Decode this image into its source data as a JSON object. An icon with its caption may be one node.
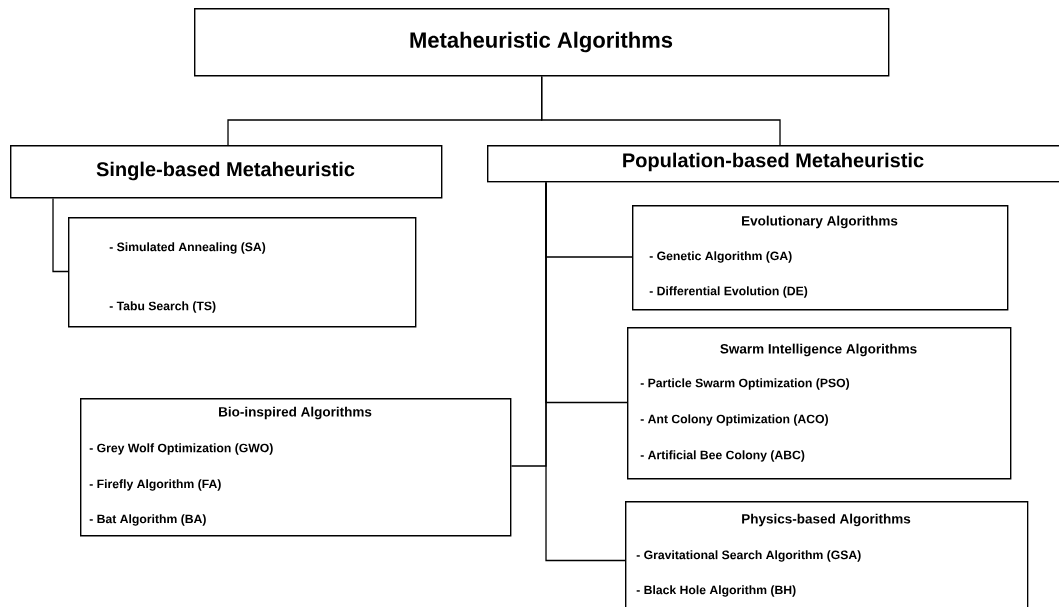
{
  "diagram": {
    "nodes": [
      {
        "text": [
          "Metaheuristic Algorithms"
        ]
      },
      {
        "text": [
          "Single-based Metaheuristic"
        ]
      },
      {
        "text": [
          "Population-based Metaheuristic"
        ]
      },
      {
        "text": [
          "- Simulated Annealing (SA)",
          "- Tabu Search (TS)"
        ]
      },
      {
        "text": [
          "Evolutionary Algorithms",
          "- Genetic Algorithm (GA)",
          "- Differential Evolution (DE)"
        ]
      },
      {
        "text": [
          "Swarm Intelligence Algorithms",
          "- Particle Swarm Optimization (PSO)",
          "- Ant Colony Optimization (ACO)",
          "- Artificial Bee Colony (ABC)"
        ]
      },
      {
        "text": [
          "Bio-inspired Algorithms",
          "- Grey Wolf Optimization (GWO)",
          "- Firefly Algorithm (FA)",
          "- Bat Algorithm (BA)"
        ]
      },
      {
        "text": [
          "Physics-based Algorithms",
          "- Gravitational Search Algorithm (GSA)",
          "- Black Hole Algorithm (BH)"
        ]
      }
    ],
    "edges": [
      {
        "from": 0,
        "to": 1,
        "arrow": "none"
      },
      {
        "from": 0,
        "to": 2,
        "arrow": "none"
      },
      {
        "from": 1,
        "to": 3,
        "arrow": "none"
      },
      {
        "from": 2,
        "to": 4,
        "arrow": "none"
      },
      {
        "from": 2,
        "to": 5,
        "arrow": "none"
      },
      {
        "from": 2,
        "to": 6,
        "arrow": "none"
      },
      {
        "from": 2,
        "to": 7,
        "arrow": "none"
      }
    ]
  }
}
